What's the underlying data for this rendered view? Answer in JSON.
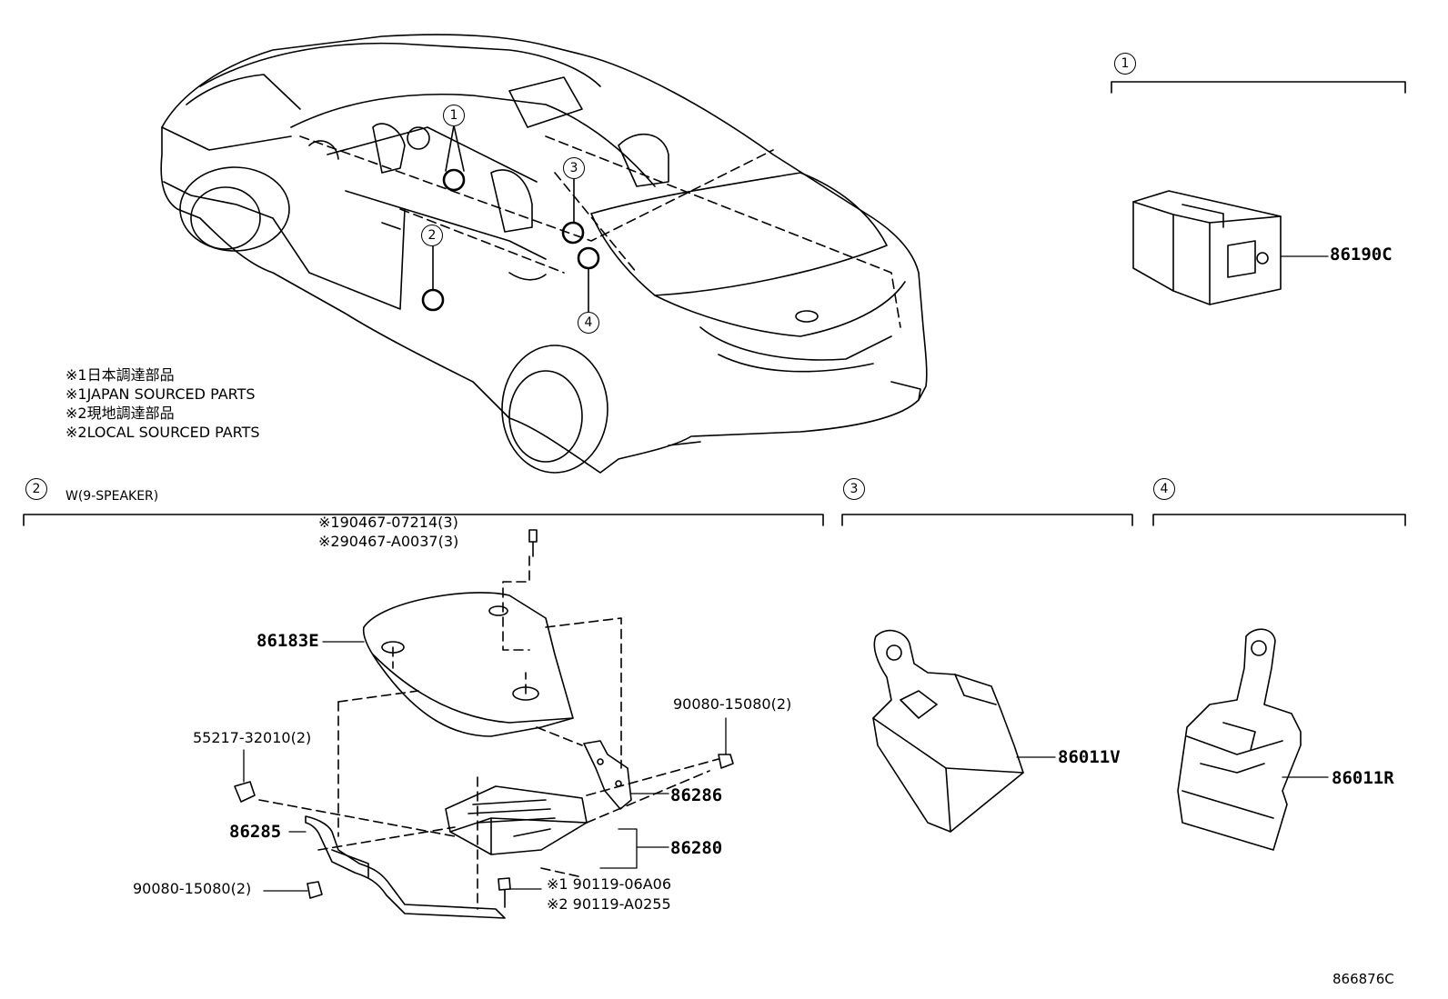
{
  "notes": [
    "※1日本調達部品",
    "※1JAPAN SOURCED PARTS",
    "※2現地調達部品",
    "※2LOCAL SOURCED PARTS"
  ],
  "sections": {
    "s1": {
      "marker": "1"
    },
    "s2": {
      "marker": "2",
      "caption": "W(9-SPEAKER)"
    },
    "s3": {
      "marker": "3"
    },
    "s4": {
      "marker": "4"
    }
  },
  "car_callouts": [
    "1",
    "2",
    "3",
    "4"
  ],
  "parts": {
    "p86190C": "86190C",
    "p86183E": "86183E",
    "p55217": "55217-32010(2)",
    "p86285": "86285",
    "p90080_left": "90080-15080(2)",
    "p90080_right": "90080-15080(2)",
    "p86286": "86286",
    "p86280": "86280",
    "p90467_1": "※190467-07214(3)",
    "p90467_2": "※290467-A0037(3)",
    "p90119_1": "※1 90119-06A06",
    "p90119_2": "※2 90119-A0255",
    "p86011V": "86011V",
    "p86011R": "86011R"
  },
  "diagram_id": "866876C"
}
